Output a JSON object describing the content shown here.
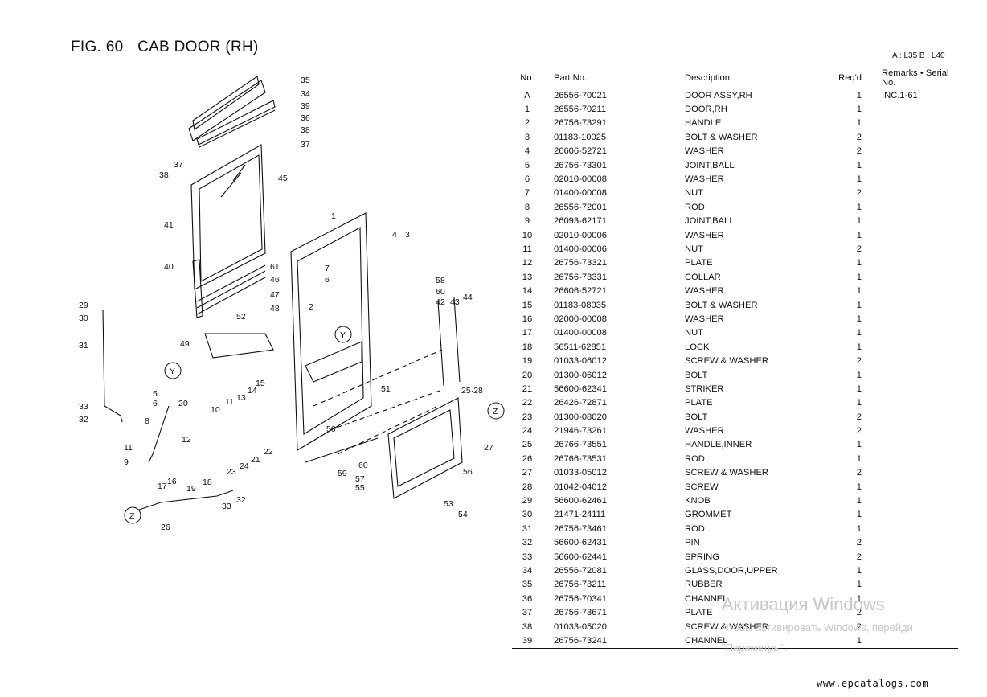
{
  "title": {
    "fig": "FIG. 60",
    "name": "CAB DOOR (RH)"
  },
  "models": "A : L35    B : L40",
  "table": {
    "headers": {
      "no": "No.",
      "part": "Part No.",
      "desc": "Description",
      "req": "Req'd",
      "remarks": "Remarks • Serial No."
    },
    "rows": [
      {
        "no": "A",
        "part": "26556-70021",
        "desc": "DOOR ASSY,RH",
        "req": "1",
        "rem": "INC.1-61"
      },
      {
        "no": "1",
        "part": "26556-70211",
        "desc": "DOOR,RH",
        "req": "1",
        "rem": ""
      },
      {
        "no": "2",
        "part": "26756-73291",
        "desc": "HANDLE",
        "req": "1",
        "rem": ""
      },
      {
        "no": "3",
        "part": "01183-10025",
        "desc": "BOLT & WASHER",
        "req": "2",
        "rem": ""
      },
      {
        "no": "4",
        "part": "26606-52721",
        "desc": "WASHER",
        "req": "2",
        "rem": ""
      },
      {
        "no": "5",
        "part": "26756-73301",
        "desc": "JOINT,BALL",
        "req": "1",
        "rem": ""
      },
      {
        "no": "6",
        "part": "02010-00008",
        "desc": "WASHER",
        "req": "1",
        "rem": ""
      },
      {
        "no": "7",
        "part": "01400-00008",
        "desc": "NUT",
        "req": "2",
        "rem": ""
      },
      {
        "no": "8",
        "part": "26556-72001",
        "desc": "ROD",
        "req": "1",
        "rem": ""
      },
      {
        "no": "9",
        "part": "26093-62171",
        "desc": "JOINT,BALL",
        "req": "1",
        "rem": ""
      },
      {
        "no": "10",
        "part": "02010-00006",
        "desc": "WASHER",
        "req": "1",
        "rem": ""
      },
      {
        "no": "11",
        "part": "01400-00006",
        "desc": "NUT",
        "req": "2",
        "rem": ""
      },
      {
        "no": "12",
        "part": "26756-73321",
        "desc": "PLATE",
        "req": "1",
        "rem": ""
      },
      {
        "no": "13",
        "part": "26756-73331",
        "desc": "COLLAR",
        "req": "1",
        "rem": ""
      },
      {
        "no": "14",
        "part": "26606-52721",
        "desc": "WASHER",
        "req": "1",
        "rem": ""
      },
      {
        "no": "15",
        "part": "01183-08035",
        "desc": "BOLT & WASHER",
        "req": "1",
        "rem": ""
      },
      {
        "no": "16",
        "part": "02000-00008",
        "desc": "WASHER",
        "req": "1",
        "rem": ""
      },
      {
        "no": "17",
        "part": "01400-00008",
        "desc": "NUT",
        "req": "1",
        "rem": ""
      },
      {
        "no": "18",
        "part": "56511-62851",
        "desc": "LOCK",
        "req": "1",
        "rem": ""
      },
      {
        "no": "19",
        "part": "01033-06012",
        "desc": "SCREW & WASHER",
        "req": "2",
        "rem": ""
      },
      {
        "no": "20",
        "part": "01300-06012",
        "desc": "BOLT",
        "req": "1",
        "rem": ""
      },
      {
        "no": "21",
        "part": "56600-62341",
        "desc": "STRIKER",
        "req": "1",
        "rem": ""
      },
      {
        "no": "22",
        "part": "26426-72871",
        "desc": "PLATE",
        "req": "1",
        "rem": ""
      },
      {
        "no": "23",
        "part": "01300-08020",
        "desc": "BOLT",
        "req": "2",
        "rem": ""
      },
      {
        "no": "24",
        "part": "21946-73261",
        "desc": "WASHER",
        "req": "2",
        "rem": ""
      },
      {
        "no": "25",
        "part": "26766-73551",
        "desc": "HANDLE,INNER",
        "req": "1",
        "rem": ""
      },
      {
        "no": "26",
        "part": "26766-73531",
        "desc": "ROD",
        "req": "1",
        "rem": ""
      },
      {
        "no": "27",
        "part": "01033-05012",
        "desc": "SCREW & WASHER",
        "req": "2",
        "rem": ""
      },
      {
        "no": "28",
        "part": "01042-04012",
        "desc": "SCREW",
        "req": "1",
        "rem": ""
      },
      {
        "no": "29",
        "part": "56600-62461",
        "desc": "KNOB",
        "req": "1",
        "rem": ""
      },
      {
        "no": "30",
        "part": "21471-24111",
        "desc": "GROMMET",
        "req": "1",
        "rem": ""
      },
      {
        "no": "31",
        "part": "26756-73461",
        "desc": "ROD",
        "req": "1",
        "rem": ""
      },
      {
        "no": "32",
        "part": "56600-62431",
        "desc": "PIN",
        "req": "2",
        "rem": ""
      },
      {
        "no": "33",
        "part": "56600-62441",
        "desc": "SPRING",
        "req": "2",
        "rem": ""
      },
      {
        "no": "34",
        "part": "26556-72081",
        "desc": "GLASS,DOOR,UPPER",
        "req": "1",
        "rem": ""
      },
      {
        "no": "35",
        "part": "26756-73211",
        "desc": "RUBBER",
        "req": "1",
        "rem": ""
      },
      {
        "no": "36",
        "part": "26756-70341",
        "desc": "CHANNEL",
        "req": "1",
        "rem": ""
      },
      {
        "no": "37",
        "part": "26756-73671",
        "desc": "PLATE",
        "req": "2",
        "rem": ""
      },
      {
        "no": "38",
        "part": "01033-05020",
        "desc": "SCREW & WASHER",
        "req": "2",
        "rem": ""
      },
      {
        "no": "39",
        "part": "26756-73241",
        "desc": "CHANNEL",
        "req": "1",
        "rem": ""
      }
    ]
  },
  "diagram_callouts": [
    "35",
    "34",
    "39",
    "36",
    "38",
    "37",
    "45",
    "37",
    "38",
    "41",
    "40",
    "61",
    "46",
    "47",
    "48",
    "52",
    "49",
    "29",
    "30",
    "31",
    "1",
    "4",
    "3",
    "7",
    "6",
    "2",
    "58",
    "60",
    "42",
    "43",
    "44",
    "Y",
    "Y",
    "5",
    "6",
    "20",
    "11",
    "10",
    "13",
    "14",
    "15",
    "33",
    "32",
    "8",
    "11",
    "9",
    "12",
    "17",
    "16",
    "19",
    "18",
    "23",
    "24",
    "21",
    "22",
    "51",
    "50",
    "59",
    "60",
    "57",
    "55",
    "25·28",
    "Z",
    "27",
    "56",
    "53",
    "54",
    "Z",
    "26",
    "33",
    "32"
  ],
  "watermark": {
    "line1": "Активация Windows",
    "line2": "Чтобы активировать Windows, перейди",
    "line3": "\"Параметры\"."
  },
  "site": "www.epcatalogs.com"
}
